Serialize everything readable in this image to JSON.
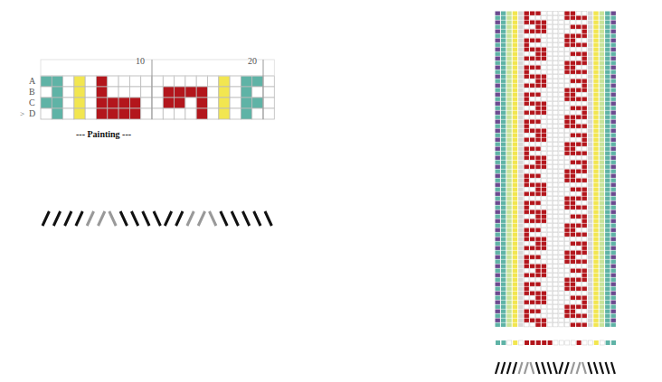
{
  "diagram": {
    "labels": [
      "10",
      "20",
      "A",
      "B",
      "C",
      "D",
      ">",
      "--- Painting ---"
    ]
  }
}
